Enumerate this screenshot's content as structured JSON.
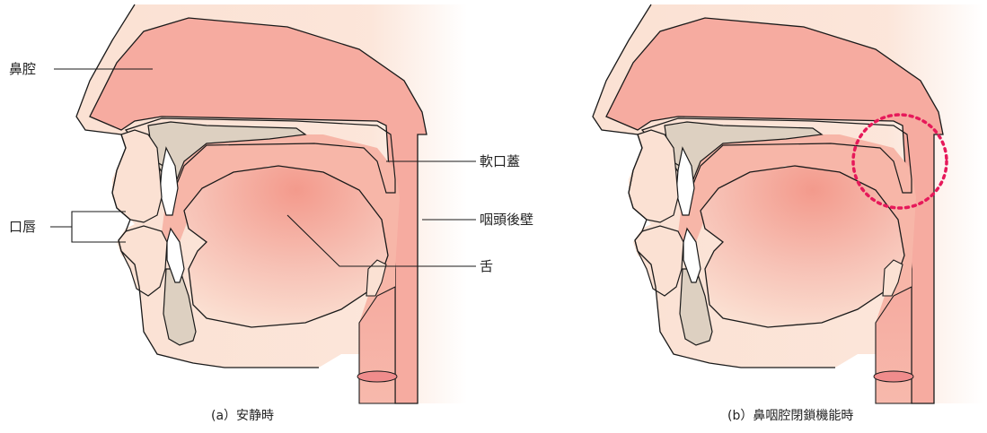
{
  "labels": {
    "nasal_cavity": "鼻腔",
    "lips": "口唇",
    "soft_palate": "軟口蓋",
    "pharyngeal_wall": "咽頭後壁",
    "tongue": "舌"
  },
  "captions": {
    "a": "(a）安静時",
    "b": "(b）鼻咽腔閉鎖機能時"
  },
  "colors": {
    "skin": "#fbe1d3",
    "nasal": "#f6aba0",
    "bone": "#ddd0c1",
    "tongue": "#f4a093",
    "outline": "#1a1a1a",
    "highlight_circle": "#e6195a"
  }
}
